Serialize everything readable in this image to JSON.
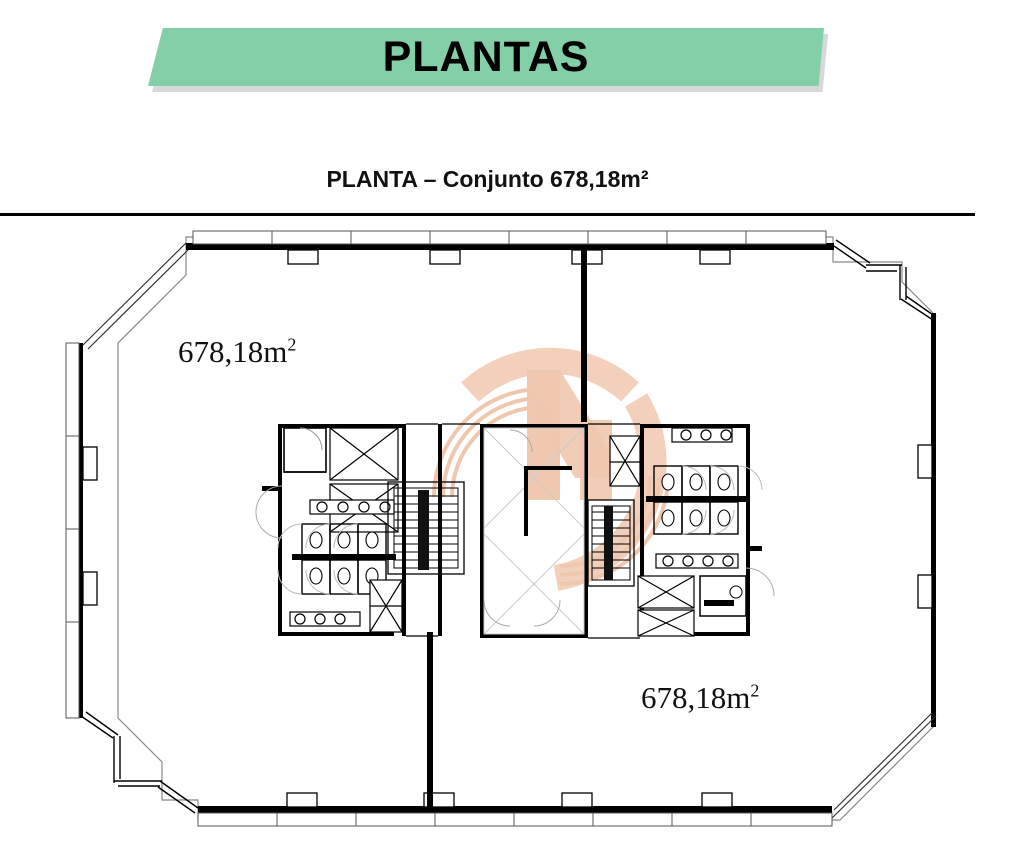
{
  "header": {
    "banner_title": "PLANTAS",
    "banner_color": "#83CFA7"
  },
  "subtitle": {
    "text": "PLANTA – Conjunto 678,18m²",
    "divider": true
  },
  "floorplan": {
    "title": "PLANTA – Conjunto 678,18m²",
    "unit_area": "678,18",
    "unit_symbol": "m",
    "unit_exponent": "2",
    "labels": [
      {
        "id": "area-top-left",
        "value": "678,18m",
        "exponent": "2"
      },
      {
        "id": "area-bottom-right",
        "value": "678,18m",
        "exponent": "2"
      }
    ],
    "line_color": "#000000",
    "wall_color": "#000000",
    "partition_color": "#000000",
    "features": [
      "perimeter-curtain-wall",
      "chamfered-corners",
      "window-mullions",
      "perimeter-columns",
      "central-service-core",
      "elevator-shafts",
      "stairwell-left",
      "stairwell-right",
      "restrooms-left",
      "restrooms-right",
      "toilet-stalls",
      "washbasins",
      "door-swing-arcs",
      "dividing-partition-vertical-top",
      "dividing-partition-vertical-bottom"
    ]
  },
  "watermark": {
    "logo_letter": "N",
    "color": "#E39A6E",
    "opacity": 0.55,
    "rings": 4
  }
}
